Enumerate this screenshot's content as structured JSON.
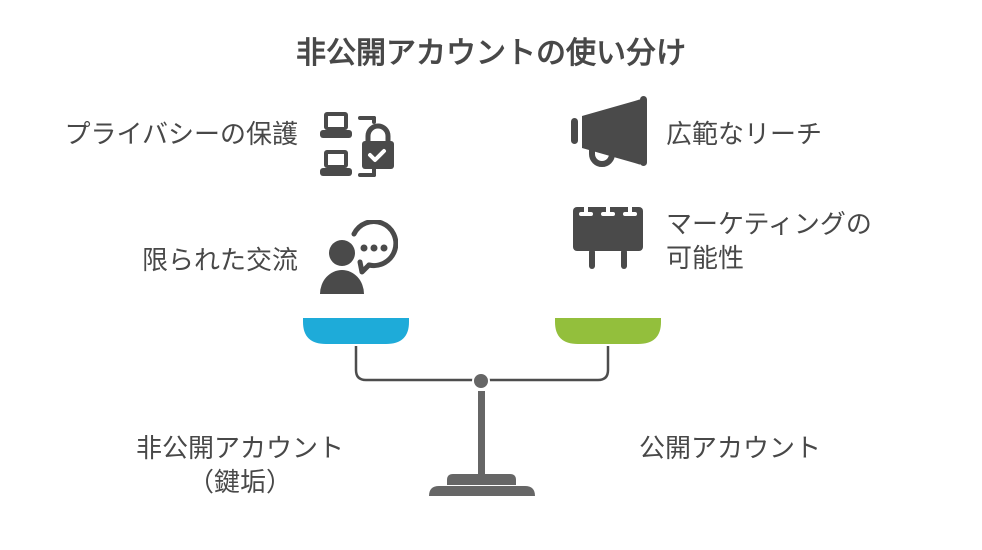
{
  "title": "非公開アカウントの使い分け",
  "left_side": {
    "items": [
      {
        "label": "プライバシーの保護",
        "icon": "privacy-lock-devices-icon"
      },
      {
        "label": "限られた交流",
        "icon": "person-chat-icon"
      }
    ],
    "pan_color": "#1eabd9",
    "caption_line1": "非公開アカウント",
    "caption_line2": "（鍵垢）"
  },
  "right_side": {
    "items": [
      {
        "label": "広範なリーチ",
        "icon": "megaphone-icon"
      },
      {
        "label_line1": "マーケティングの",
        "label_line2": "可能性",
        "icon": "billboard-icon"
      }
    ],
    "pan_color": "#93bf3c",
    "caption": "公開アカウント"
  },
  "colors": {
    "text": "#484848",
    "icon": "#4a4a4a",
    "scale": "#666666",
    "arm": "#4d4d4d"
  }
}
